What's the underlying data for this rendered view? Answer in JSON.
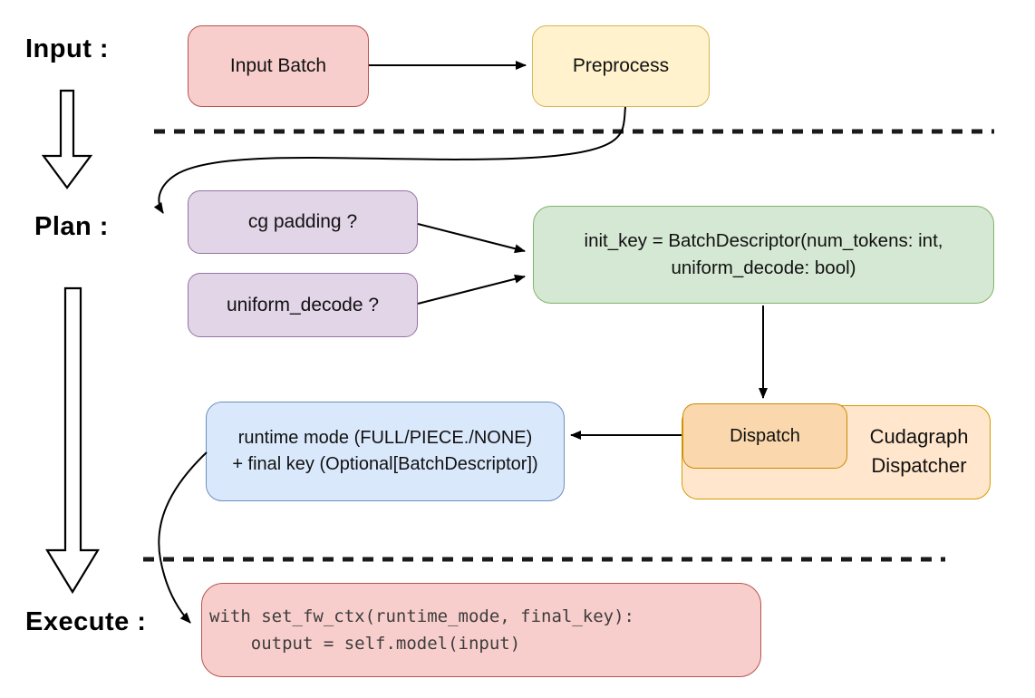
{
  "stage_labels": {
    "input": "Input :",
    "plan": "Plan :",
    "execute": "Execute :"
  },
  "nodes": {
    "input_batch": {
      "label": "Input Batch"
    },
    "preprocess": {
      "label": "Preprocess"
    },
    "cg_padding": {
      "label": "cg padding ?"
    },
    "uniform_decode": {
      "label": "uniform_decode ?"
    },
    "init_key": {
      "line1": "init_key = BatchDescriptor(num_tokens: int,",
      "line2": "uniform_decode: bool)"
    },
    "dispatch": {
      "label": "Dispatch"
    },
    "cudagraph_dispatcher": {
      "line1": "Cudagraph",
      "line2": "Dispatcher"
    },
    "runtime_key": {
      "line1": "runtime mode (FULL/PIECE./NONE)",
      "line2": "+ final key (Optional[BatchDescriptor])"
    },
    "execute_code": {
      "line1": "with set_fw_ctx(runtime_mode, final_key):",
      "line2": "    output = self.model(input)"
    }
  },
  "colors": {
    "pink_fill": "#f8cecc",
    "pink_stroke": "#b85450",
    "yellow_fill": "#fff2cc",
    "yellow_stroke": "#d6b656",
    "purple_fill": "#e1d5e7",
    "purple_stroke": "#9673a6",
    "green_fill": "#d5e8d4",
    "green_stroke": "#82b366",
    "blue_fill": "#dae8fc",
    "blue_stroke": "#6c8ebf",
    "orange_outer_fill": "#ffe6cc",
    "orange_inner_fill": "#fad7ac",
    "orange_stroke": "#d79b00",
    "arrow_color": "#000000",
    "code_text": "#3d3d3d"
  }
}
